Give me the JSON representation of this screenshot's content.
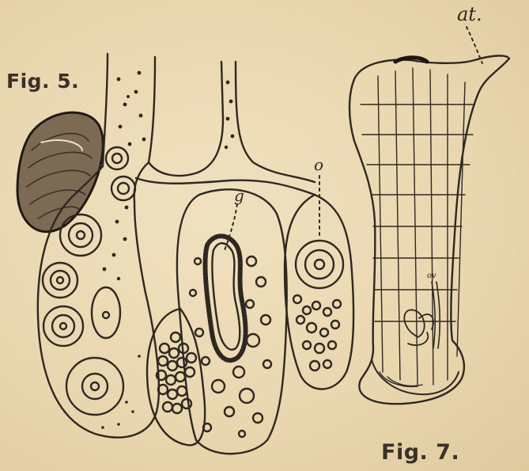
{
  "figures": {
    "fig5": {
      "label": "Fig. 5."
    },
    "fig7": {
      "label": "Fig. 7."
    }
  },
  "annotations": {
    "at": "at.",
    "o": "o",
    "g": "g",
    "ov": "ov"
  },
  "colors": {
    "paper": "#ead9b3",
    "ink": "#2f2820"
  }
}
